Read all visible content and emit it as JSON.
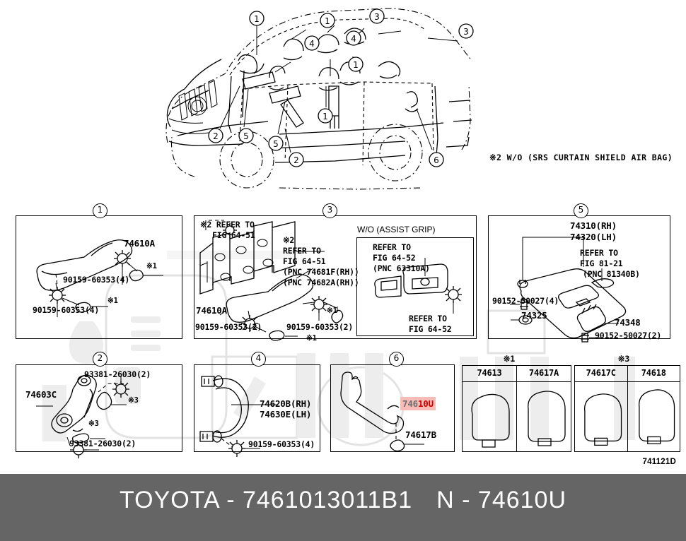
{
  "diagram": {
    "id": "741121D",
    "general_note": "※2 W/O (SRS CURTAIN SHIELD AIR BAG)"
  },
  "vehicle": {
    "callouts": [
      "1",
      "1",
      "3",
      "3",
      "4",
      "4",
      "1",
      "2",
      "5",
      "5",
      "1",
      "2",
      "6"
    ]
  },
  "panels": {
    "p1": {
      "number": "1",
      "parts": {
        "handle": "74610A",
        "screw_top": "90159-60353(4)",
        "screw_bottom": "90159-60353(4)",
        "mark_top": "※1",
        "mark_bottom": "※1"
      }
    },
    "p3": {
      "number": "3",
      "parts": {
        "note_left_mark": "※2",
        "note_left_1": "REFER TO",
        "note_left_2": "FIG 64-51",
        "note_mid_mark": "※2",
        "note_mid_1": "REFER TO",
        "note_mid_2": "FIG 64-51",
        "note_mid_3": "(PNC 74681F(RH))",
        "note_mid_4": "(PNC 74682A(RH))",
        "handle": "74610A",
        "screw_left": "90159-60353(2)",
        "screw_right": "90159-60353(2)",
        "mark_left": "※1",
        "mark_right": "※1"
      },
      "inset": {
        "title": "W/O (ASSIST GRIP)",
        "note_top_1": "REFER TO",
        "note_top_2": "FIG 64-52",
        "note_top_3": "(PNC 63310A)",
        "note_bottom_1": "REFER TO",
        "note_bottom_2": "FIG 64-52"
      }
    },
    "p5": {
      "number": "5",
      "parts": {
        "visor_rh": "74310(RH)",
        "visor_lh": "74320(LH)",
        "note_1": "REFER TO",
        "note_2": "FIG 81-21",
        "note_3": "(PNC 81340B)",
        "screw_left": "90152-50027(4)",
        "clip": "74325",
        "holder": "74348",
        "screw_bottom": "90152-50027(2)"
      }
    },
    "p2": {
      "number": "2",
      "parts": {
        "bracket": "74603C",
        "screw_top": "93381-26030(2)",
        "screw_bottom": "93381-26030(2)",
        "mark_top": "※3",
        "mark_bottom": "※3"
      }
    },
    "p4": {
      "number": "4",
      "parts": {
        "handle_rh": "74620B(RH)",
        "handle_lh": "74630E(LH)",
        "screw": "90159-60353(4)"
      }
    },
    "p6": {
      "number": "6",
      "parts": {
        "handle": "74610U",
        "handle_prefix": "746",
        "handle_suffix": "10U",
        "cap": "74617B"
      }
    }
  },
  "swatches": {
    "group1": {
      "mark": "※1",
      "cells": [
        {
          "label": "74613"
        },
        {
          "label": "74617A"
        }
      ]
    },
    "group2": {
      "mark": "※3",
      "cells": [
        {
          "label": "74617C"
        },
        {
          "label": "74618"
        }
      ]
    }
  },
  "footer": {
    "brand_part": "TOYOTA - 7461013011B1",
    "nsn_part": "N - 74610U"
  }
}
